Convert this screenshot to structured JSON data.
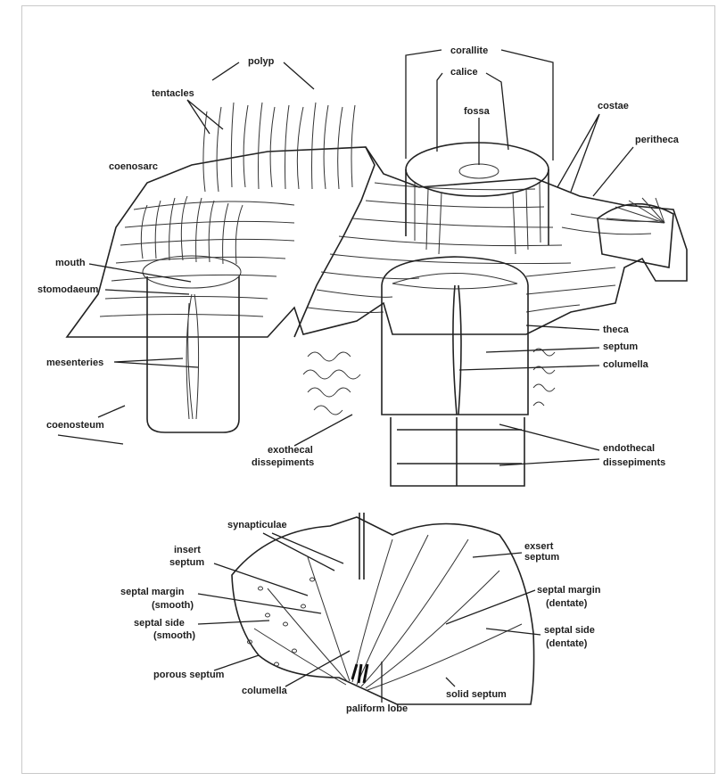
{
  "top_labels": {
    "polyp": "polyp",
    "tentacles": "tentacles",
    "coenosarc": "coenosarc",
    "mouth": "mouth",
    "stomodaeum": "stomodaeum",
    "mesenteries": "mesenteries",
    "coenosteum": "coenosteum",
    "exothecal_1": "exothecal",
    "exothecal_2": "dissepiments",
    "corallite": "corallite",
    "calice": "calice",
    "fossa": "fossa",
    "costae": "costae",
    "peritheca": "peritheca",
    "theca": "theca",
    "septum": "septum",
    "columella": "columella",
    "endothecal_1": "endothecal",
    "endothecal_2": "dissepiments"
  },
  "bottom_labels": {
    "synapticulae": "synapticulae",
    "insert_1": "insert",
    "insert_2": "septum",
    "margin_smooth_1": "septal margin",
    "margin_smooth_2": "(smooth)",
    "side_smooth_1": "septal side",
    "side_smooth_2": "(smooth)",
    "porous_septum": "porous septum",
    "columella": "columella",
    "paliform_lobe": "paliform lobe",
    "exsert_1": "exsert",
    "exsert_2": "septum",
    "margin_dentate_1": "septal margin",
    "margin_dentate_2": "(dentate)",
    "side_dentate_1": "septal side",
    "side_dentate_2": "(dentate)",
    "solid_septum": "solid septum"
  }
}
